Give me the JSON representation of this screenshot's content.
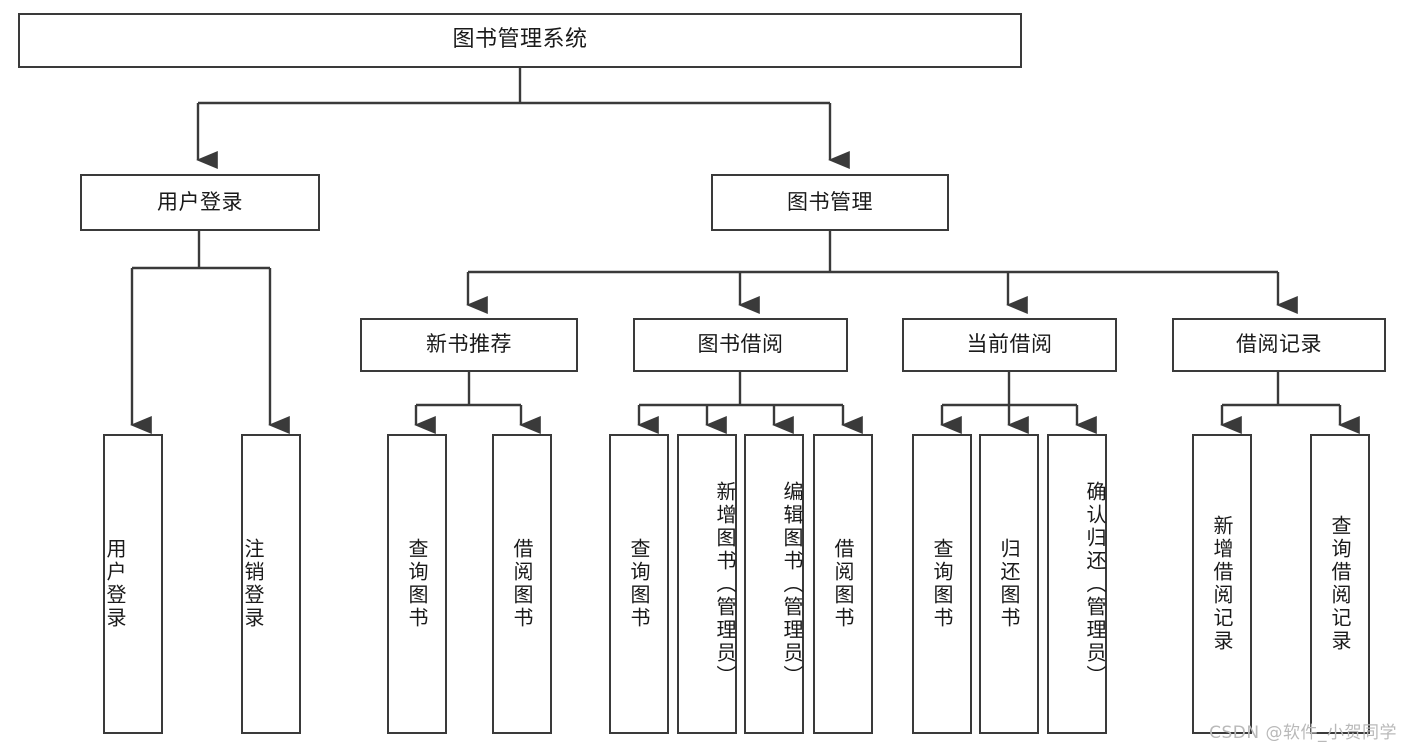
{
  "diagram": {
    "title": "图书管理系统",
    "type": "tree-hierarchy",
    "style": {
      "background": "#ffffff",
      "line_color": "#3a3a3a",
      "box_fill": "#ffffff",
      "text_color": "#1a1a1a",
      "watermark_color": "#b9b9b9"
    }
  },
  "watermark": {
    "text": "CSDN @软件_小贺同学"
  },
  "nodes": {
    "root": {
      "label": "图书管理系统"
    },
    "level1": [
      {
        "id": "user-login",
        "label": "用户登录"
      },
      {
        "id": "book-management",
        "label": "图书管理"
      }
    ],
    "level2": [
      {
        "id": "new-book-recommend",
        "label": "新书推荐"
      },
      {
        "id": "book-borrow",
        "label": "图书借阅"
      },
      {
        "id": "current-borrow",
        "label": "当前借阅"
      },
      {
        "id": "borrow-record",
        "label": "借阅记录"
      }
    ],
    "leaves": {
      "user_login": [
        {
          "id": "leaf-user-login",
          "label": "用户登录"
        },
        {
          "id": "leaf-user-logout",
          "label": "注销登录"
        }
      ],
      "new_book_recommend": [
        {
          "id": "leaf-query-book-1",
          "label": "查询图书"
        },
        {
          "id": "leaf-borrow-book-1",
          "label": "借阅图书"
        }
      ],
      "book_borrow": [
        {
          "id": "leaf-query-book-2",
          "label": "查询图书"
        },
        {
          "id": "leaf-add-book",
          "label": "新增图书（管理员）"
        },
        {
          "id": "leaf-edit-book",
          "label": "编辑图书（管理员）"
        },
        {
          "id": "leaf-borrow-book-2",
          "label": "借阅图书"
        }
      ],
      "current_borrow": [
        {
          "id": "leaf-query-book-3",
          "label": "查询图书"
        },
        {
          "id": "leaf-return-book",
          "label": "归还图书"
        },
        {
          "id": "leaf-confirm-return",
          "label": "确认归还（管理员）"
        }
      ],
      "borrow_record": [
        {
          "id": "leaf-add-record",
          "label": "新增借阅记录"
        },
        {
          "id": "leaf-query-record",
          "label": "查询借阅记录"
        }
      ]
    }
  }
}
